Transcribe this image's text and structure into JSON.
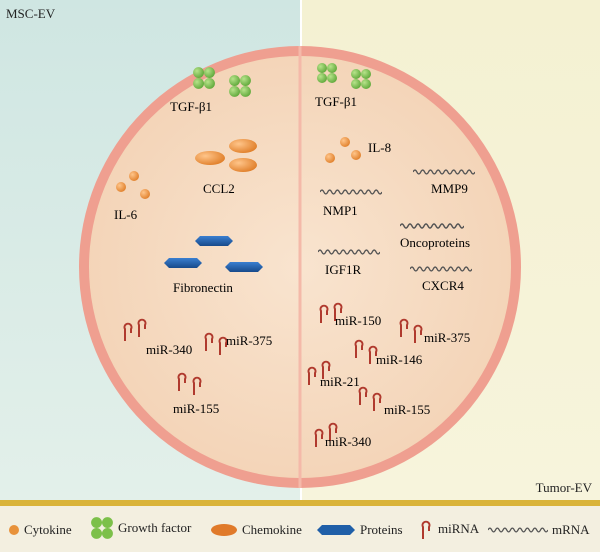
{
  "labels": {
    "left_panel": "MSC-EV",
    "right_panel": "Tumor-EV"
  },
  "left": {
    "tgf": "TGF-β1",
    "ccl2": "CCL2",
    "il6": "IL-6",
    "fibronectin": "Fibronectin",
    "mir340": "miR-340",
    "mir375": "miR-375",
    "mir155": "miR-155"
  },
  "right": {
    "tgf": "TGF-β1",
    "il8": "IL-8",
    "mmp9": "MMP9",
    "nmp1": "NMP1",
    "oncoproteins": "Oncoproteins",
    "igf1r": "IGF1R",
    "cxcr4": "CXCR4",
    "mir150": "miR-150",
    "mir375": "miR-375",
    "mir146": "miR-146",
    "mir21": "miR-21",
    "mir155": "miR-155",
    "mir340": "miR-340"
  },
  "legend": {
    "cytokine": "Cytokine",
    "growth_factor": "Growth factor",
    "chemokine": "Chemokine",
    "proteins": "Proteins",
    "mirna": "miRNA",
    "mrna": "mRNA"
  },
  "colors": {
    "cytokine": "#e8923a",
    "growth_factor": "#7cc04a",
    "chemokine": "#e07a2a",
    "proteins": "#1f5fa8",
    "mirna": "#b03a2e",
    "mrna": "#555555",
    "membrane": "#f0a89a",
    "cell_interior": "#f6dcc4"
  }
}
